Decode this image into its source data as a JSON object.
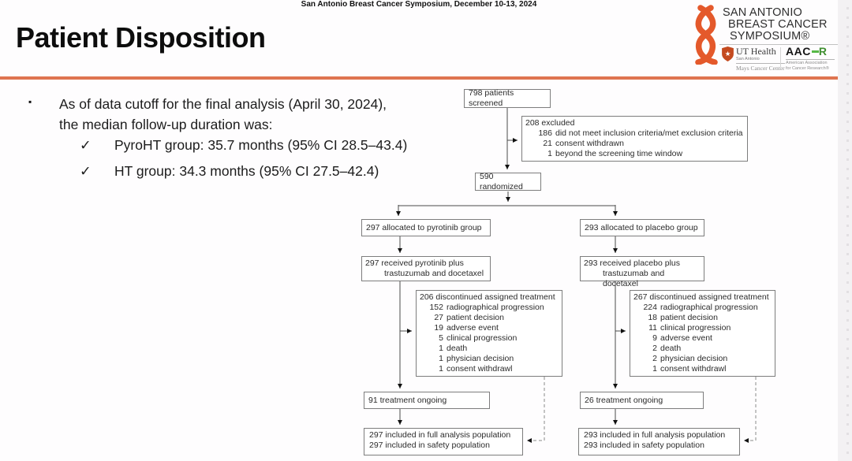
{
  "colors": {
    "accent_rule": "#DF7450",
    "ribbon_orange": "#E4592B",
    "aacr_green": "#57B847",
    "ut_shield": "#C44A1F"
  },
  "header": {
    "conference": "San Antonio Breast Cancer Symposium, December 10-13, 2024",
    "title": "Patient Disposition"
  },
  "logo": {
    "line1": "SAN ANTONIO",
    "line2": "BREAST CANCER",
    "line3": "SYMPOSIUM®",
    "ut_name": "UT Health",
    "ut_city": "San Antonio",
    "ut_center": "Mays Cancer Center",
    "aacr_left": "AAC",
    "aacr_right": "R",
    "aacr_sub1": "American Association",
    "aacr_sub2": "for Cancer Research®"
  },
  "bullets": {
    "square": "▪",
    "line1": "As of data cutoff for the final analysis (April 30, 2024),",
    "line2": "the median follow-up duration was:",
    "items": [
      {
        "mark": "✓",
        "text": "PyroHT group: 35.7 months (95% CI 28.5–43.4)"
      },
      {
        "mark": "✓",
        "text": "HT group: 34.3 months (95% CI 27.5–42.4)"
      }
    ]
  },
  "flow": {
    "screened": "798 patients screened",
    "excluded": {
      "title": "208 excluded",
      "items": [
        {
          "n": "186",
          "label": "did not meet inclusion criteria/met exclusion criteria"
        },
        {
          "n": "21",
          "label": "consent withdrawn"
        },
        {
          "n": "1",
          "label": "beyond the screening time window"
        }
      ]
    },
    "randomized": "590 randomized",
    "left": {
      "allocated": "297 allocated to pyrotinib group",
      "received1": "297 received pyrotinib plus",
      "received2": "trastuzumab and docetaxel",
      "disc": {
        "title": "206 discontinued assigned treatment",
        "items": [
          {
            "n": "152",
            "label": "radiographical progression"
          },
          {
            "n": "27",
            "label": "patient decision"
          },
          {
            "n": "19",
            "label": "adverse event"
          },
          {
            "n": "5",
            "label": "clinical progression"
          },
          {
            "n": "1",
            "label": "death"
          },
          {
            "n": "1",
            "label": "physician decision"
          },
          {
            "n": "1",
            "label": "consent withdrawl"
          }
        ]
      },
      "ongoing": "91 treatment ongoing",
      "included1": "297 included in full analysis population",
      "included2": "297 included in safety population"
    },
    "right": {
      "allocated": "293 allocated to placebo group",
      "received1": "293 received placebo plus",
      "received2": "trastuzumab and docetaxel",
      "disc": {
        "title": "267 discontinued assigned treatment",
        "items": [
          {
            "n": "224",
            "label": "radiographical progression"
          },
          {
            "n": "18",
            "label": "patient decision"
          },
          {
            "n": "11",
            "label": "clinical progression"
          },
          {
            "n": "9",
            "label": "adverse event"
          },
          {
            "n": "2",
            "label": "death"
          },
          {
            "n": "2",
            "label": "physician decision"
          },
          {
            "n": "1",
            "label": "consent withdrawl"
          }
        ]
      },
      "ongoing": "26 treatment ongoing",
      "included1": "293 included in full analysis population",
      "included2": "293 included in safety population"
    }
  }
}
